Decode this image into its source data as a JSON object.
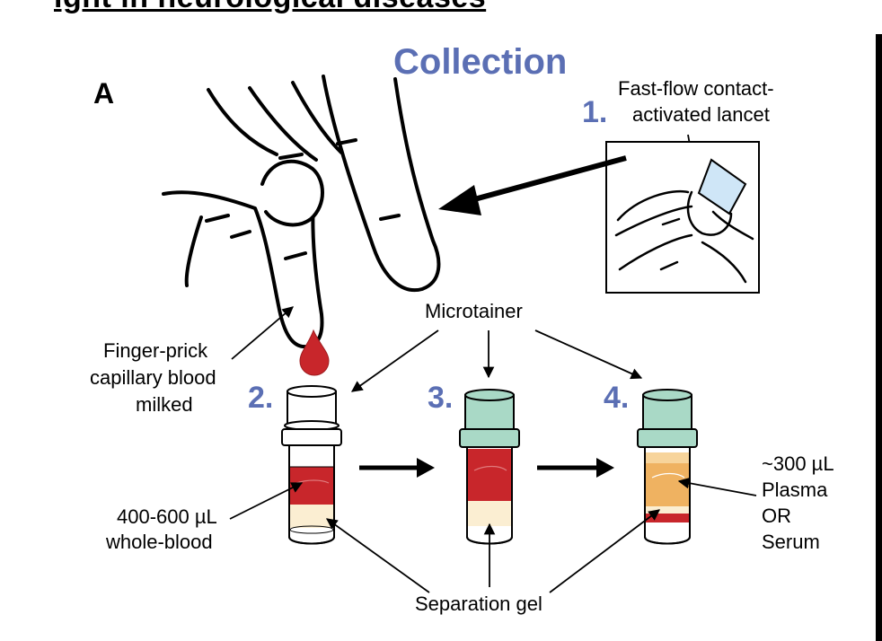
{
  "header": {
    "cut_title": "ight in neurological diseases"
  },
  "figure": {
    "panel_label": "A",
    "title": "Collection",
    "steps": {
      "s1": "1.",
      "s2": "2.",
      "s3": "3.",
      "s4": "4."
    },
    "labels": {
      "lancet_line1": "Fast-flow contact-",
      "lancet_line2": "activated lancet",
      "microtainer": "Microtainer",
      "finger_line1": "Finger-prick",
      "finger_line2": "capillary blood",
      "finger_line3": "milked",
      "whole_line1": "400-600 µL",
      "whole_line2": "whole-blood",
      "plasma_line1": "~300 µL",
      "plasma_line2": "Plasma",
      "plasma_line3": "OR",
      "plasma_line4": "Serum",
      "gel": "Separation gel"
    },
    "colors": {
      "step_blue": "#5b6fb4",
      "blood": "#c8262b",
      "blood_dark": "#9e1c1f",
      "gel": "#fbeed2",
      "plasma": "#efb261",
      "cap": "#a9d9c6",
      "lancet": "#cfe6f7"
    }
  }
}
